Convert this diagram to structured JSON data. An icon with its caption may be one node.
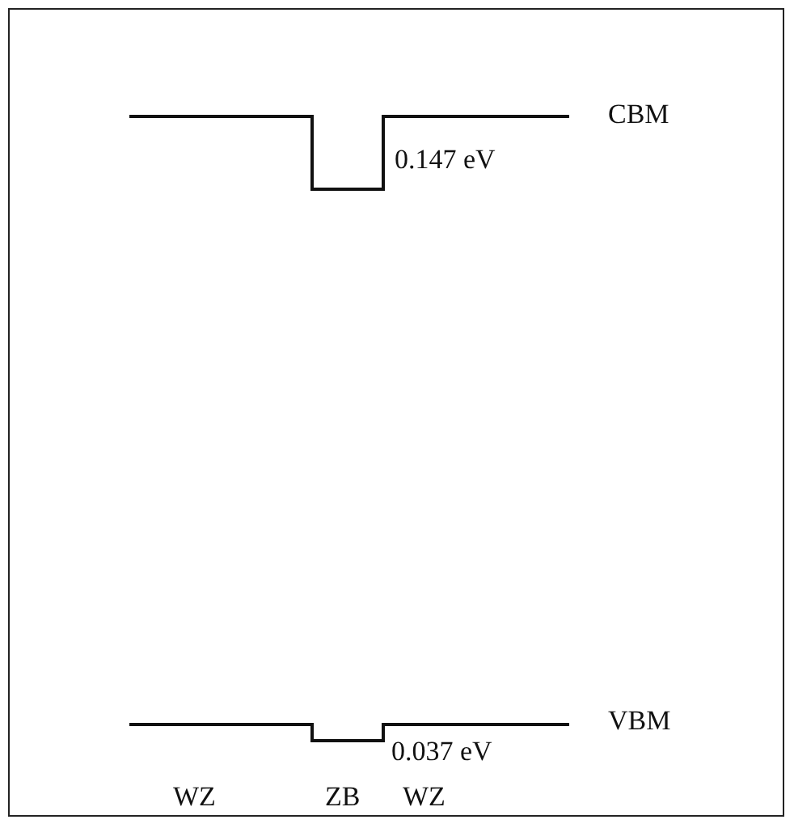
{
  "diagram": {
    "labels": [
      "CBM",
      "0.147 eV",
      "VBM",
      "0.037 eV",
      "WZ",
      "ZB",
      "WZ"
    ]
  }
}
